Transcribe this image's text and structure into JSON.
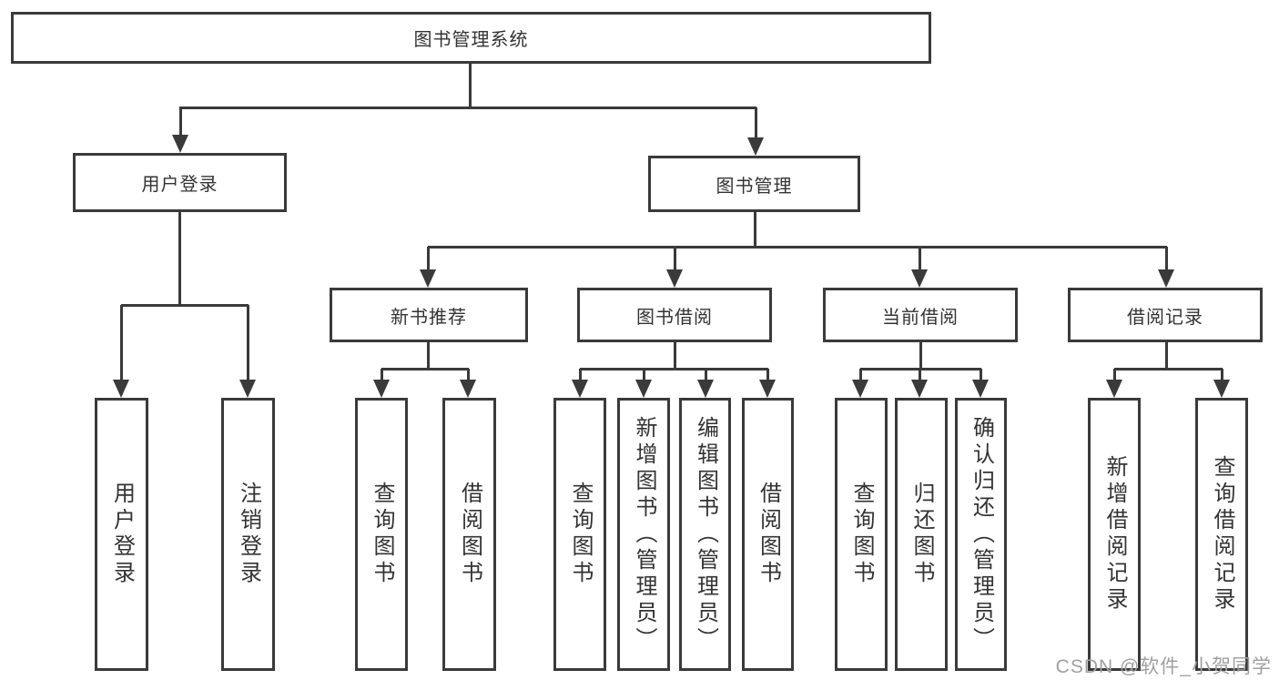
{
  "diagram": {
    "title": "图书管理系统",
    "colors": {
      "line": "#3a3a3a",
      "box_border": "#3a3a3a",
      "text": "#333333",
      "background": "#ffffff",
      "watermark": "#a0a0a0"
    },
    "nodes": [
      {
        "id": "root",
        "label": "图书管理系统"
      },
      {
        "id": "user-login",
        "label": "用户登录"
      },
      {
        "id": "book-mgmt",
        "label": "图书管理"
      },
      {
        "id": "new-book-rec",
        "label": "新书推荐"
      },
      {
        "id": "book-borrow",
        "label": "图书借阅"
      },
      {
        "id": "current-borrow",
        "label": "当前借阅"
      },
      {
        "id": "borrow-records",
        "label": "借阅记录"
      },
      {
        "id": "leaf-user-login",
        "label": "用户登录"
      },
      {
        "id": "leaf-logout",
        "label": "注销登录"
      },
      {
        "id": "leaf-query-book-1",
        "label": "查询图书"
      },
      {
        "id": "leaf-borrow-book-1",
        "label": "借阅图书"
      },
      {
        "id": "leaf-query-book-2",
        "label": "查询图书"
      },
      {
        "id": "leaf-add-book",
        "label": "新增图书（管理员）"
      },
      {
        "id": "leaf-edit-book",
        "label": "编辑图书（管理员）"
      },
      {
        "id": "leaf-borrow-book-2",
        "label": "借阅图书"
      },
      {
        "id": "leaf-query-book-3",
        "label": "查询图书"
      },
      {
        "id": "leaf-return-book",
        "label": "归还图书"
      },
      {
        "id": "leaf-confirm-return",
        "label": "确认归还（管理员）"
      },
      {
        "id": "leaf-add-record",
        "label": "新增借阅记录"
      },
      {
        "id": "leaf-query-record",
        "label": "查询借阅记录"
      }
    ],
    "edges": [
      [
        "root",
        "user-login"
      ],
      [
        "root",
        "book-mgmt"
      ],
      [
        "user-login",
        "leaf-user-login"
      ],
      [
        "user-login",
        "leaf-logout"
      ],
      [
        "book-mgmt",
        "new-book-rec"
      ],
      [
        "book-mgmt",
        "book-borrow"
      ],
      [
        "book-mgmt",
        "current-borrow"
      ],
      [
        "book-mgmt",
        "borrow-records"
      ],
      [
        "new-book-rec",
        "leaf-query-book-1"
      ],
      [
        "new-book-rec",
        "leaf-borrow-book-1"
      ],
      [
        "book-borrow",
        "leaf-query-book-2"
      ],
      [
        "book-borrow",
        "leaf-add-book"
      ],
      [
        "book-borrow",
        "leaf-edit-book"
      ],
      [
        "book-borrow",
        "leaf-borrow-book-2"
      ],
      [
        "current-borrow",
        "leaf-query-book-3"
      ],
      [
        "current-borrow",
        "leaf-return-book"
      ],
      [
        "current-borrow",
        "leaf-confirm-return"
      ],
      [
        "borrow-records",
        "leaf-add-record"
      ],
      [
        "borrow-records",
        "leaf-query-record"
      ]
    ]
  },
  "watermark": {
    "text": "CSDN @软件_小贺同学"
  }
}
